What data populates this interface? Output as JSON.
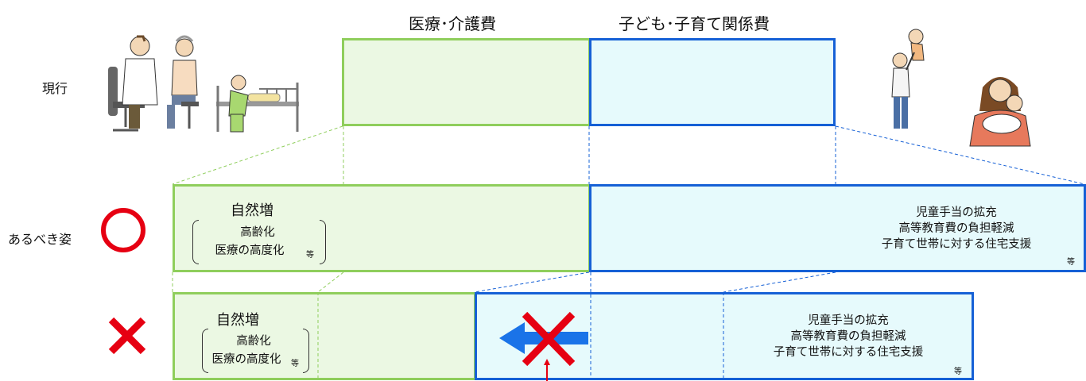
{
  "headers": {
    "medical": "医療･介護費",
    "children": "子ども･子育て関係費"
  },
  "rows": {
    "current": "現行",
    "ideal": "あるべき姿"
  },
  "medical_box": {
    "title": "自然増",
    "items": [
      "高齢化",
      "医療の高度化"
    ],
    "etc": "等"
  },
  "children_box": {
    "items": [
      "児童手当の拡充",
      "高等教育費の負担軽減",
      "子育て世帯に対する住宅支援"
    ],
    "etc": "等"
  },
  "marks": {
    "ideal": "circle",
    "wrong": "cross"
  },
  "icons": [
    "doctor-patient-illustration",
    "caregiver-bed-illustration",
    "parent-lifting-baby-illustration",
    "mother-holding-baby-illustration"
  ],
  "colors": {
    "medical_fill": "#ebf8e3",
    "medical_border": "#8fce5c",
    "children_fill": "#e6fafc",
    "children_border": "#1560d6",
    "mark_red": "#e60012",
    "arrow_blue": "#1a73e8"
  }
}
